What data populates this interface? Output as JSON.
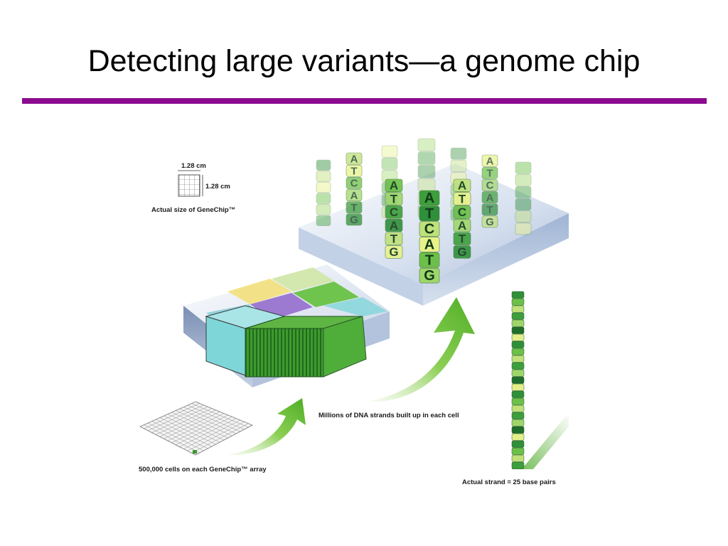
{
  "slide": {
    "title": "Detecting large variants—a genome chip"
  },
  "diagram": {
    "chip_width_label": "1.28 cm",
    "chip_height_label": "1.28 cm",
    "actual_size_label": "Actual size of GeneChip™",
    "cells_label": "500,000 cells on each GeneChip™ array",
    "strands_label": "Millions of DNA strands built up in each cell",
    "actual_strand_label": "Actual strand = 25 base pairs",
    "strand_letters": [
      "A",
      "T",
      "C",
      "A",
      "T",
      "G"
    ]
  },
  "colors": {
    "title_rule": "#8b0a8f",
    "arrow_green": "#5cb82e",
    "dark_green": "#2e8b3a",
    "light_green": "#cfe89a",
    "cyan": "#7fd6d9",
    "purple": "#8f6cc4",
    "yellow": "#f2d75a",
    "plate_blue": "#c9d6ea"
  }
}
